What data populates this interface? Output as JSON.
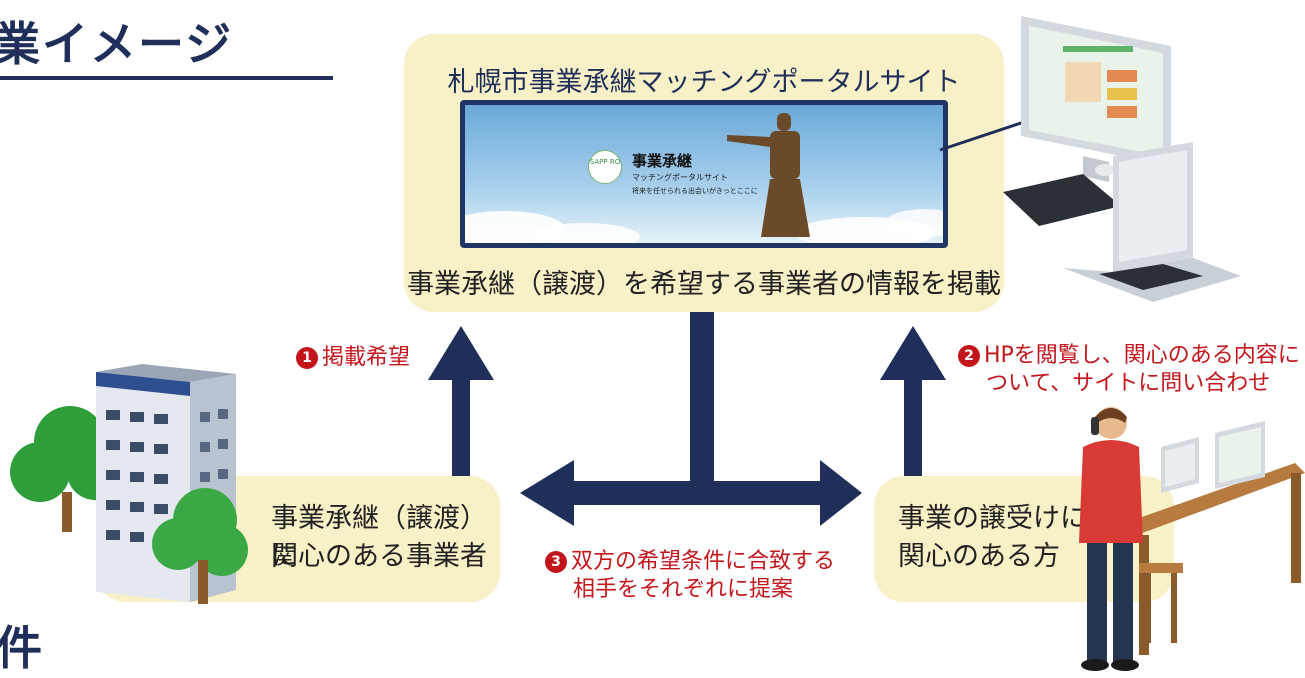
{
  "heading_top": "業イメージ",
  "heading_bottom": "件",
  "portal": {
    "title": "札幌市事業承継マッチングポータルサイト",
    "banner_title": "事業承継",
    "banner_subtitle": "マッチングポータルサイト",
    "banner_tagline": "将来を任せられる出会いがきっとここに",
    "logo_text": "SAPP RO",
    "caption": "事業承継（譲渡）を希望する事業者の情報を掲載"
  },
  "seller_box": {
    "line1": "事業承継（譲渡）に",
    "line2": "関心のある事業者"
  },
  "buyer_box": {
    "line1": "事業の譲受けに",
    "line2": "関心のある方"
  },
  "steps": {
    "step1": {
      "num": "1",
      "text": "掲載希望"
    },
    "step2": {
      "num": "2",
      "line1": "HPを閲覧し、関心のある内容に",
      "line2": "ついて、サイトに問い合わせ"
    },
    "step3": {
      "num": "3",
      "line1": "双方の希望条件に合致する",
      "line2": "相手をそれぞれに提案"
    }
  },
  "colors": {
    "navy": "#1f2f5a",
    "cream": "#f8f0c6",
    "red": "#c3161c"
  }
}
